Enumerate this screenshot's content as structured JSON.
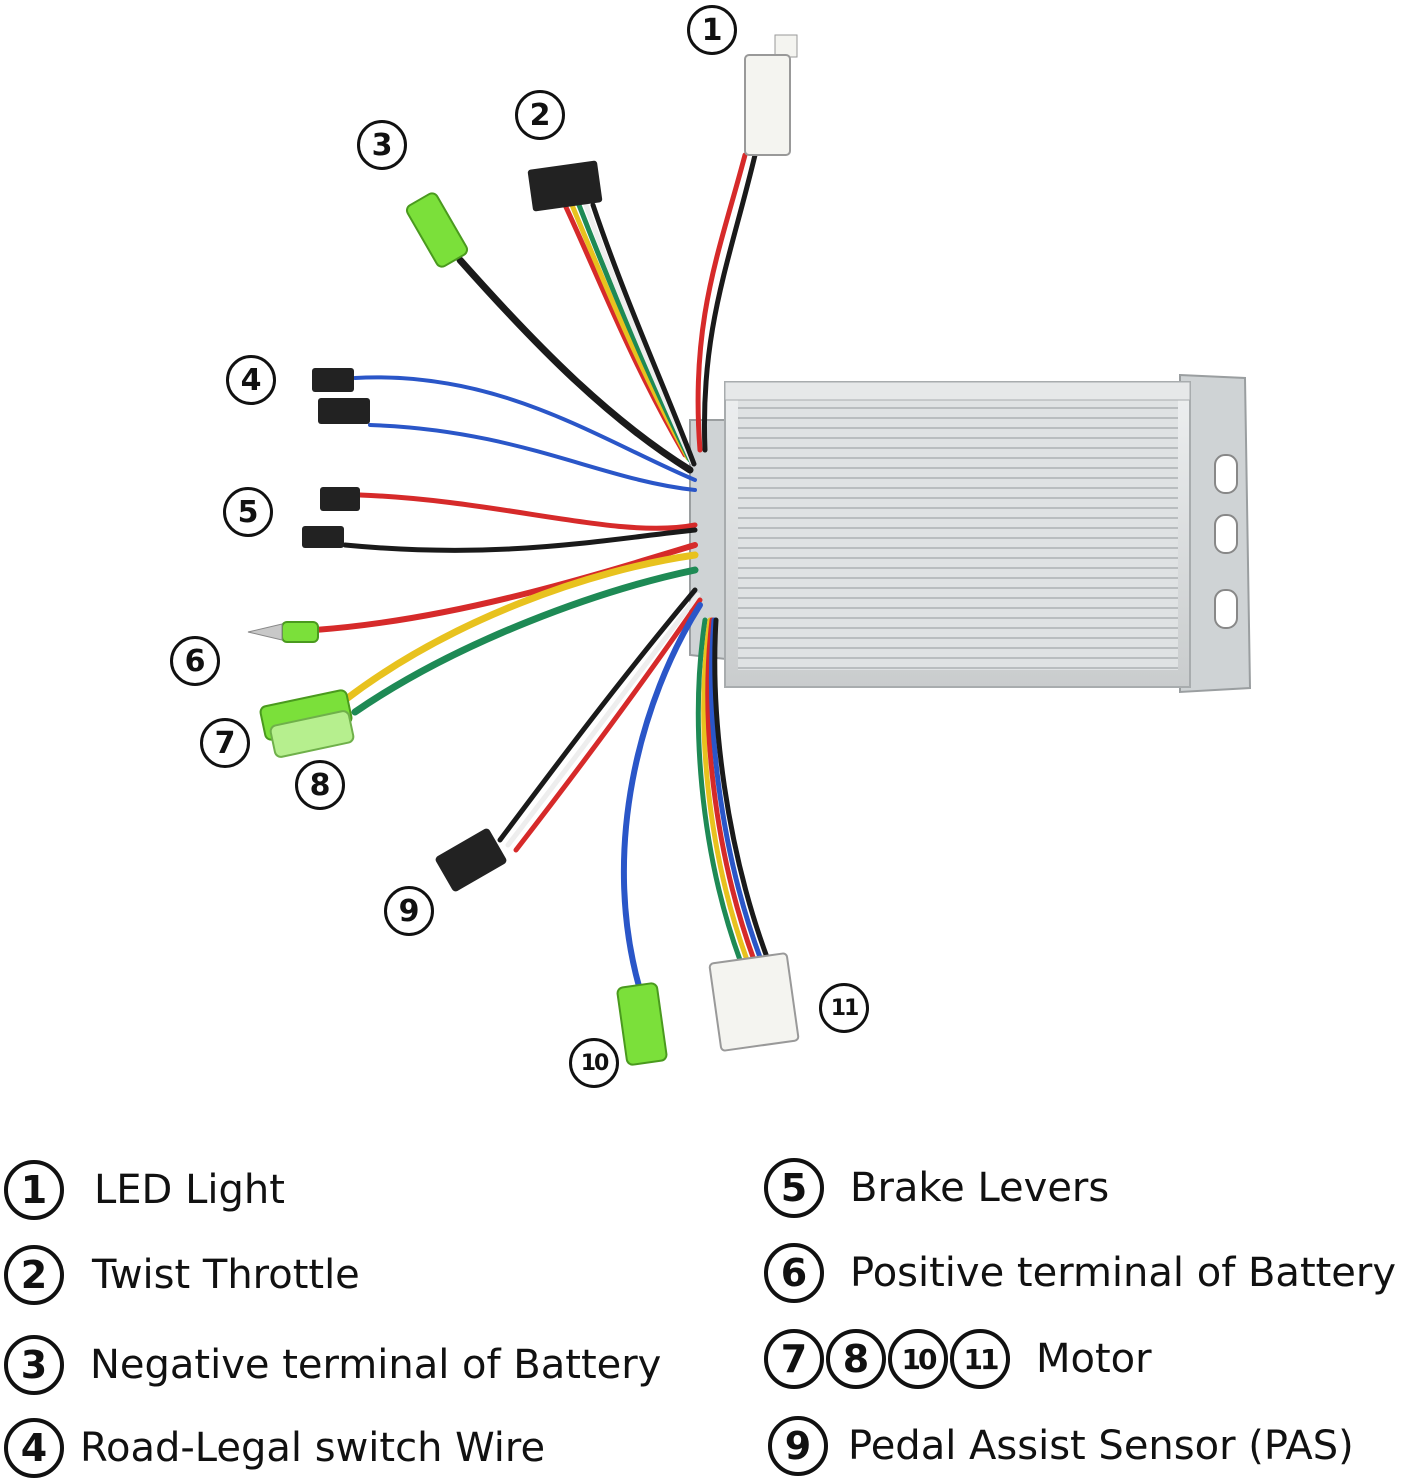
{
  "callouts": [
    {
      "id": "1",
      "text": "1"
    },
    {
      "id": "2",
      "text": "2"
    },
    {
      "id": "3",
      "text": "3"
    },
    {
      "id": "4",
      "text": "4"
    },
    {
      "id": "5",
      "text": "5"
    },
    {
      "id": "6",
      "text": "6"
    },
    {
      "id": "7",
      "text": "7"
    },
    {
      "id": "8",
      "text": "8"
    },
    {
      "id": "9",
      "text": "9"
    },
    {
      "id": "10",
      "text": "10"
    },
    {
      "id": "11",
      "text": "11"
    }
  ],
  "legend": {
    "led_light": {
      "num": "1",
      "label": "LED Light"
    },
    "twist_throttle": {
      "num": "2",
      "label": "Twist Throttle"
    },
    "negative_terminal": {
      "num": "3",
      "label": "Negative terminal of Battery"
    },
    "road_legal": {
      "num": "4",
      "label": "Road-Legal switch Wire"
    },
    "brake_levers": {
      "num": "5",
      "label": "Brake Levers"
    },
    "positive_terminal": {
      "num": "6",
      "label": "Positive terminal of Battery"
    },
    "motor": {
      "nums": [
        "7",
        "8",
        "10",
        "11"
      ],
      "label": "Motor"
    },
    "pas": {
      "num": "9",
      "label": "Pedal Assist Sensor (PAS)"
    }
  },
  "colors": {
    "wire_red": "#d62a2a",
    "wire_black": "#1a1a1a",
    "wire_blue": "#2a56c8",
    "wire_yellow": "#e8c21e",
    "wire_green": "#1e8a55",
    "wire_white": "#eeeeee",
    "connector_green": "#7be03a",
    "controller_silver": "#d8dadb"
  }
}
